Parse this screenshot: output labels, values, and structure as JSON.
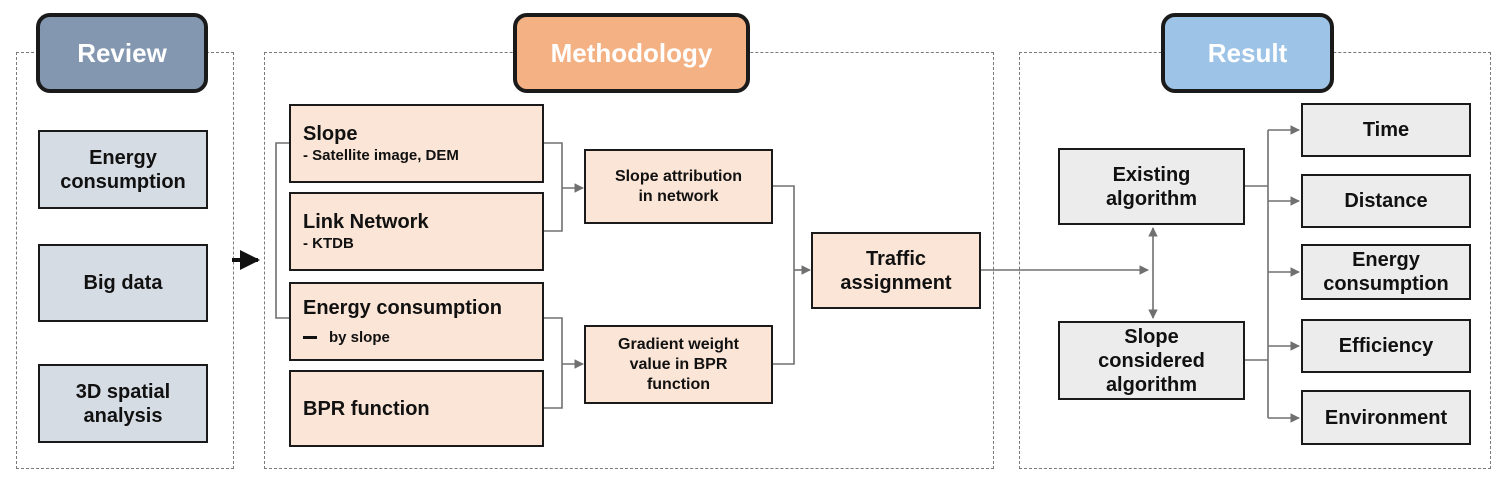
{
  "headers": {
    "review": "Review",
    "methodology": "Methodology",
    "result": "Result"
  },
  "review_items": [
    {
      "line1": "Energy",
      "line2": "consumption"
    },
    {
      "line1": "Big data",
      "line2": ""
    },
    {
      "line1": "3D spatial",
      "line2": "analysis"
    }
  ],
  "methodology": {
    "slope": {
      "title": "Slope",
      "sub": "- Satellite image, DEM"
    },
    "link_network": {
      "title": "Link Network",
      "sub": "- KTDB"
    },
    "energy": {
      "title": "Energy consumption",
      "sub": "by slope"
    },
    "bpr": {
      "title": "BPR function"
    },
    "slope_attribution": {
      "line1": "Slope attribution",
      "line2": "in network"
    },
    "gradient_weight": {
      "line1": "Gradient weight",
      "line2": "value in BPR",
      "line3": "function"
    },
    "traffic_assignment": {
      "line1": "Traffic",
      "line2": "assignment"
    }
  },
  "algorithms": {
    "existing": {
      "line1": "Existing",
      "line2": "algorithm"
    },
    "slope_considered": {
      "line1": "Slope",
      "line2": "considered",
      "line3": "algorithm"
    }
  },
  "result_items": [
    {
      "line1": "Time",
      "line2": ""
    },
    {
      "line1": "Distance",
      "line2": ""
    },
    {
      "line1": "Energy",
      "line2": "consumption"
    },
    {
      "line1": "Efficiency",
      "line2": ""
    },
    {
      "line1": "Environment",
      "line2": ""
    }
  ],
  "colors": {
    "review_header": "#8497b0",
    "methodology_header": "#f4b183",
    "result_header": "#9dc3e6",
    "review_box": "#d6dce4",
    "method_box": "#fbe5d6",
    "result_box": "#ececec"
  }
}
